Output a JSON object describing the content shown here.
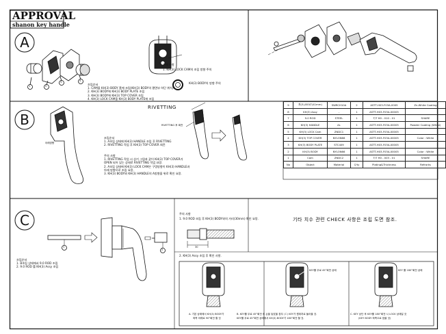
{
  "header": {
    "title": "APPROVAL",
    "subtitle": "shanon key handle"
  },
  "sections": {
    "a": "A",
    "b": "B",
    "c": "C"
  },
  "sectionA": {
    "notes": [
      "조립순서",
      "1. CAM을 KH(3) BODY 홈에 조립(KH(3) BODY의 평면부 하단 위치)",
      "2. KH(3) BODY에 KH(3) BODY PLATE 조립",
      "3. KH(3) BODY에 KH(3) TOP COVER 조립",
      "4. KH(3) LOCK CAM을 KH(3) BODY PLATE에 조립"
    ],
    "caution_title": "주의 사항",
    "caution": "1. KH(3) LOCK CAM의 조립 방향 주의",
    "direction_label": "KH(3) BODY의 방향 주의",
    "callouts": [
      "1",
      "2",
      "3",
      "4"
    ]
  },
  "sectionB": {
    "riveting": "RIVETTING",
    "riveting_note": "RIVETTING 후 회전",
    "view_label": "아래방향",
    "order_title": "조립순서",
    "order": [
      "1. A조립 상태에 KH(3) HANDLE 조립 후 RIVETTING",
      "2. RIVETTING 작업 후 KH(3) TOP COVER 회전"
    ],
    "caution_title": "주의 사항",
    "caution": [
      "1. RIVETTING 작업 시 상기 그림과 같이 KH(3) TOP COVER가",
      "OPEN 되어 있는 상태로 RIVETTING 작업 요망.",
      "2. A조립 상태에 KH(3) LOCK CAM은 구멍방향이 KH(3) HANDLE과",
      "아래 방향으로 조립 요망.",
      "3. KH(3) BODY와 KH(3) HANDLE의 A방향을 위로 확인 요망."
    ]
  },
  "bom": {
    "header": [
      "No",
      "Object",
      "Material",
      "Q'ty",
      "Plating&Thickness",
      "Refrarks"
    ],
    "rows": [
      [
        "9",
        "자(3)-BOLT(41mm)",
        "SWRCH10A",
        "2",
        "ASTT-H03-F03A-0005",
        "Zn-White Coating"
      ],
      [
        "8",
        "KH(3) Assy",
        "-",
        "1",
        "ASTT-H03-F03A-00005",
        ""
      ],
      [
        "7",
        "9.0 ROD",
        "STEEL",
        "1",
        "T/T H0 - 010 - 01",
        "SHARE"
      ],
      [
        "6",
        "KH(3) HANDLE",
        "AL",
        "1",
        "ASTT-H03-F03A-00005",
        "Powder Coating (White)"
      ],
      [
        "5",
        "KH(3) LOCK Cam",
        "ZNDC1",
        "1",
        "ASTT-H03-F03A-00005",
        ""
      ],
      [
        "4",
        "KH(3) TOP COVER",
        "NYLON66",
        "1",
        "ASTT-H03-F03A-00005",
        "Color : White"
      ],
      [
        "3",
        "KH(3) BODY PLATE",
        "STC409",
        "1",
        "ASTT-H03-F03A-00005",
        ""
      ],
      [
        "2",
        "KH(3) BODY",
        "NYLON66",
        "1",
        "ASTT-H03-F03A-00005",
        "Color : White"
      ],
      [
        "1",
        "Cam",
        "ZNDC2",
        "1",
        "T/T H0 - 003 - 01",
        "SHARE"
      ]
    ]
  },
  "general_note": "기타 치수 관련 CHECK 사항은 조립 도면 참조.",
  "sectionC": {
    "order_title": "조립순서",
    "order": [
      "1. B조립 상태에서 9.0 ROD 조립",
      "2. 9.0 ROD 를 KH(3) Assy 조립"
    ],
    "callouts": [
      "1",
      "2"
    ],
    "caution_title": "주의 사항",
    "caution": "1. 9.0 ROD 조립 후 KH(3) BODY와의 거리(30mm) 확인 요망.",
    "dimension": "30"
  },
  "key_check": {
    "title": "2. KH(3) Assy 조립 후 확인 사항.",
    "rotate45": "KEY를 우로 45°회전 상태",
    "rotate180": "KEY 를 180°회전 상태",
    "captions": [
      [
        "A. 기본 상태에서 KH(3) BODY가",
        "좌측 아래로 90°회전 할 것"
      ],
      [
        "B. KEY를 우로 45°회전 후 손을 놓았을 경우 (ㄷ) KEY가 원위치로 돌아올 것.",
        "KEY를 우로 45°회전 상태에서 KH(3) BODY가 180°회전 할 것."
      ],
      [
        "C. KEY 상단 후 KEY를 180°회전 시 LOCK 상태일 것",
        "(KEY BODY 좌측으로 잠을 것)"
      ]
    ]
  }
}
